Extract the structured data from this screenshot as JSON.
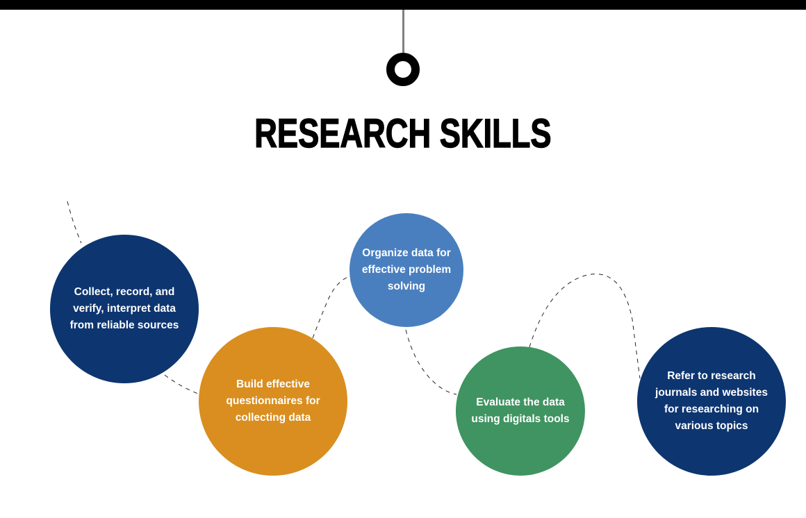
{
  "title": "RESEARCH SKILLS",
  "colors": {
    "navy": "#0d3570",
    "orange": "#d98e1f",
    "blue": "#4a7fbf",
    "green": "#3f9461"
  },
  "skills": [
    {
      "text": "Collect, record, and verify, interpret data from reliable sources"
    },
    {
      "text": "Build effective questionnaires for collecting data"
    },
    {
      "text": "Organize data for effective problem solving"
    },
    {
      "text": "Evaluate the data using digitals tools"
    },
    {
      "text": "Refer to research journals and websites for researching on various topics"
    }
  ]
}
